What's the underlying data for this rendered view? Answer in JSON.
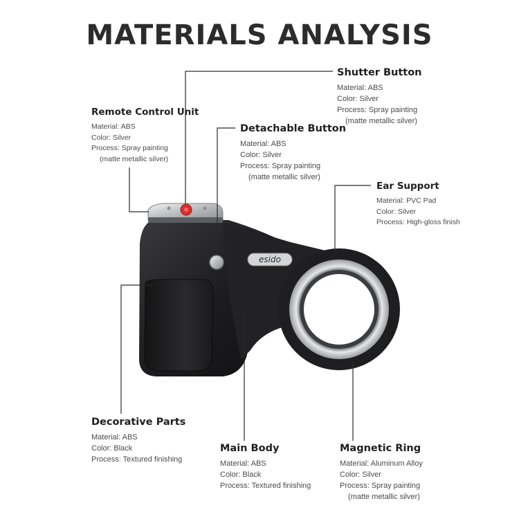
{
  "title": "MATERIALS ANALYSIS",
  "brand_logo": "esido",
  "callouts": {
    "remote_control_unit": {
      "heading": "Remote Control Unit",
      "lines": [
        "Material: ABS",
        "Color: Silver",
        "Process: Spray painting",
        "(matte metallic silver)"
      ]
    },
    "shutter_button": {
      "heading": "Shutter Button",
      "lines": [
        "Material: ABS",
        "Color: Silver",
        "Process: Spray painting",
        "(matte metallic silver)"
      ]
    },
    "detachable_button": {
      "heading": "Detachable Button",
      "lines": [
        "Material: ABS",
        "Color: Silver",
        "Process: Spray painting",
        "(matte metallic silver)"
      ]
    },
    "ear_support": {
      "heading": "Ear Support",
      "lines": [
        "Material: PVC Pad",
        "Color: Silver",
        "Process: High-gloss finish"
      ]
    },
    "decorative_parts": {
      "heading": "Decorative Parts",
      "lines": [
        "Material: ABS",
        "Color: Black",
        "Process: Textured finishing"
      ]
    },
    "main_body": {
      "heading": "Main Body",
      "lines": [
        "Material: ABS",
        "Color: Black",
        "Process: Textured finishing"
      ]
    },
    "magnetic_ring": {
      "heading": "Magnetic Ring",
      "lines": [
        "Material: Aluminum Alloy",
        "Color: Silver",
        "Process: Spray painting",
        "(matte metallic silver)"
      ]
    }
  },
  "colors": {
    "background": "#ffffff",
    "body_black": "#1c1c1e",
    "silver": "#c8c9cc",
    "shutter_red": "#d9302c",
    "leader_line": "#2a2a2a"
  }
}
